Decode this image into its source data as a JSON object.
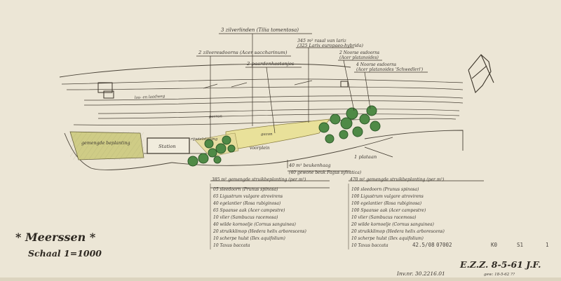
{
  "labels": {
    "tilia": "3 zilverlinden (Tilia tomentosa)",
    "larix": "345 m² rasal van lariz",
    "larix_latin": "(325 Larix europaeo-hybrida)",
    "acer_sacch": "2 zilveresdoorns (Acer saccharinum)",
    "paardenkastanje": "2 paardenkastanjes",
    "acer_plat2": "2 Noorse esdoorns",
    "acer_plat2_latin": "(Acer platanoides)",
    "acer_plat4": "4 Noorse esdoorns",
    "acer_plat4_latin": "(Acer platanoides 'Schwedleri')",
    "los_laadweg": "los- en laadweg",
    "perron": "perron",
    "gemengde_beplanting": "gemengde beplanting",
    "station": "Station",
    "rijwielstalling": "rijwielstalling",
    "gazon": "gazon",
    "voorplein": "voorplein",
    "plataan": "1 plataan",
    "beukenhaag": "40 m¹ beukenhaag",
    "beukenhaag_sub": "(40 gewone beuk Fagus sylvatica)"
  },
  "legend_left": [
    "385 m² gemengde struikbeplanting (per m²)",
    "05 sleedoorn (Prunus spinosa)",
    "65 Ligustrum vulgare atrovirens",
    "40 egelantier (Rosa rubiginosa)",
    "65 Spaanse aak (Acer campestre)",
    "10 vlier (Sambucus racemosa)",
    "40 wilde kornoelje (Cornus sanguinea)",
    "20 struikklimop (Hedera helix arborescens)",
    "10 scherpe hulst (Ilex aquifolium)",
    "10 Taxus baccata"
  ],
  "legend_right": [
    "470 m² gemengde struikbeplanting (per m²)",
    "100 sleedoorn (Prunus spinosa)",
    "100 Ligustrum vulgare atrovirens",
    "100 egelantier (Rosa rubiginosa)",
    "100 Spaanse aak (Acer campestre)",
    "10 vlier (Sambucus racemosa)",
    "20 wilde kornoelje (Cornus sanguinea)",
    "20 struikklimop (Hedera helix arborescens)",
    "10 scherpe hulst (Ilex aquifolium)",
    "10 Taxus baccata"
  ],
  "title": "* Meerssen *",
  "scale": "Schaal 1=1000",
  "stamp_code": "42.5/08",
  "stamp_num": "07002",
  "stamp_k": "K0",
  "stamp_s": "S1",
  "stamp_page": "1",
  "inventory": "Inv.nr. 30.2216.01",
  "signature": "E.Z.Z. 8-5-61 J.F.",
  "signature_sub": "gew: 18-5-62 ??",
  "colors": {
    "paper": "#ece6d6",
    "ink": "#3a3328",
    "tree": "#4f8a46",
    "lawn": "#e9e19a",
    "planting": "#cfcc86"
  }
}
